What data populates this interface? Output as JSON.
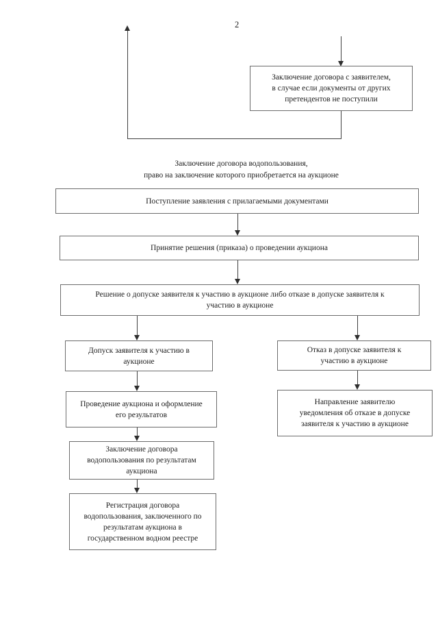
{
  "page": {
    "number": "2"
  },
  "colors": {
    "background": "#ffffff",
    "box_border": "#6b6b6b",
    "connector_line": "#3f3f3f",
    "text": "#1c1c1c"
  },
  "return_branch": {
    "box": [
      "Заключение договора с заявителем,",
      "в случае если документы от других",
      "претендентов не поступили"
    ]
  },
  "section_title": [
    "Заключение договора водопользования,",
    "право на заключение которого приобретается на аукционе"
  ],
  "main_flow": {
    "step1": "Поступление заявления с прилагаемыми документами",
    "step2": "Принятие решения (приказа) о проведении аукциона",
    "step3": [
      "Решение о допуске заявителя к участию в аукционе либо отказе в допуске заявителя к",
      "участию в аукционе"
    ]
  },
  "left_branch": {
    "step1": [
      "Допуск заявителя к участию в",
      "аукционе"
    ],
    "step2": [
      "Проведение аукциона и оформление",
      "его результатов"
    ],
    "step3": [
      "Заключение договора",
      "водопользования по результатам",
      "аукциона"
    ],
    "step4": [
      "Регистрация договора",
      "водопользования, заключенного по",
      "результатам аукциона в",
      "государственном водном реестре"
    ]
  },
  "right_branch": {
    "step1": [
      "Отказ в допуске заявителя к",
      "участию в аукционе"
    ],
    "step2": [
      "Направление заявителю",
      "уведомления об отказе в допуске",
      "заявителя к участию в аукционе"
    ]
  }
}
